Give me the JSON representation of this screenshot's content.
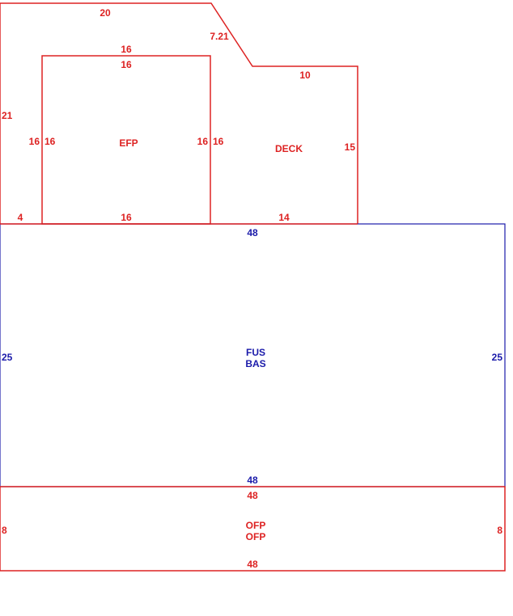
{
  "colors": {
    "red": "#dd2222",
    "blue": "#1a1aaa",
    "background": "#ffffff"
  },
  "areas": {
    "efp_outer": {
      "name": "",
      "top_length": "20",
      "diagonal_length": "7.21",
      "left_length": "21",
      "bottom_left_length": "4"
    },
    "efp_inner": {
      "name": "EFP",
      "top_outer_length": "16",
      "top_inner_length": "16",
      "left_outer_length": "16",
      "left_inner_length": "16",
      "right_inner_length": "16",
      "right_outer_length": "16",
      "bottom_length": "16"
    },
    "deck": {
      "name": "DECK",
      "top_length": "10",
      "right_length": "15",
      "bottom_length": "14"
    },
    "fus_bas": {
      "name_line1": "FUS",
      "name_line2": "BAS",
      "top_length": "48",
      "bottom_length": "48",
      "left_length": "25",
      "right_length": "25"
    },
    "ofp": {
      "name_line1": "OFP",
      "name_line2": "OFP",
      "top_length": "48",
      "bottom_length": "48",
      "left_length": "8",
      "right_length": "8"
    }
  }
}
